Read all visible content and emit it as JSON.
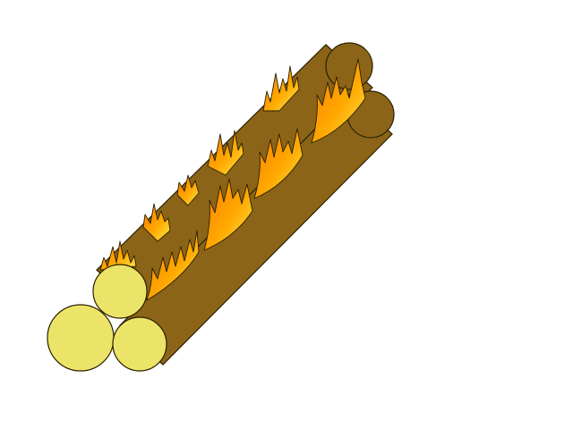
{
  "illustration": {
    "subject": "campfire-logs",
    "log_count": 3,
    "flame_count": 10
  },
  "colors": {
    "background": "#ffffff",
    "bark": "#8b6418",
    "log_end": "#ece468",
    "outline": "#2a2000",
    "flame_outer": "#ff8a00",
    "flame_mid": "#ffb000",
    "flame_inner": "#ffe040"
  }
}
